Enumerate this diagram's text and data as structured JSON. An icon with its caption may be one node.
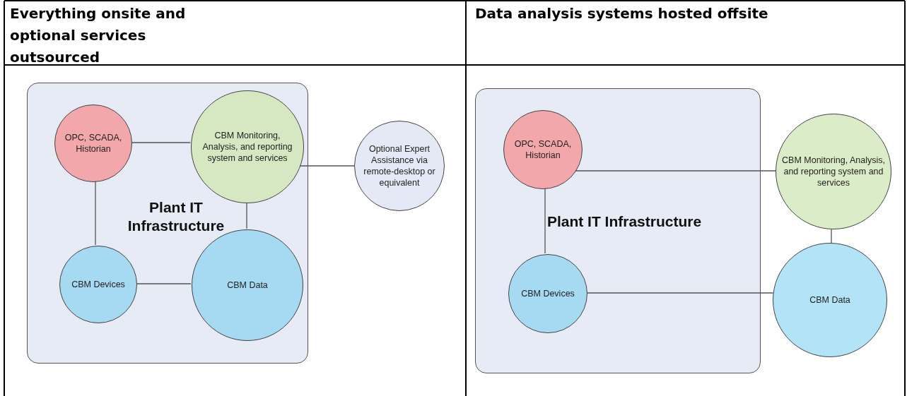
{
  "diagram": {
    "nodes": [
      {
        "text": [
          "Plant IT Infrastructure"
        ]
      },
      {
        "text": [
          "OPC, SCADA, Historian"
        ],
        "in": 0
      },
      {
        "text": [
          "CBM Monitoring, Analysis, and reporting system and services"
        ],
        "in": 0
      },
      {
        "text": [
          "CBM Devices"
        ],
        "in": 0
      },
      {
        "text": [
          "CBM Data"
        ],
        "in": 0
      },
      {
        "text": [
          "Optional Expert Assistance via remote-desktop or equivalent"
        ]
      },
      {
        "text": [
          "Plant IT Infrastructure"
        ]
      },
      {
        "text": [
          "OPC, SCADA, Historian"
        ],
        "in": 6
      },
      {
        "text": [
          "CBM Monitoring, Analysis, and reporting system and services"
        ]
      },
      {
        "text": [
          "CBM Devices"
        ],
        "in": 6
      },
      {
        "text": [
          "CBM Data"
        ]
      }
    ],
    "edges": [
      {
        "from": 1,
        "to": 2,
        "arrow": "none"
      },
      {
        "from": 1,
        "to": 3,
        "arrow": "none"
      },
      {
        "from": 2,
        "to": 4,
        "arrow": "none"
      },
      {
        "from": 3,
        "to": 4,
        "arrow": "none"
      },
      {
        "from": 2,
        "to": 5,
        "arrow": "none"
      },
      {
        "from": 7,
        "to": 8,
        "arrow": "none"
      },
      {
        "from": 7,
        "to": 9,
        "arrow": "none"
      },
      {
        "from": 8,
        "to": 10,
        "arrow": "none"
      },
      {
        "from": 9,
        "to": 10,
        "arrow": "none"
      }
    ],
    "labels": [
      "Everything onsite and optional services outsourced",
      "Data analysis systems hosted offsite"
    ]
  }
}
